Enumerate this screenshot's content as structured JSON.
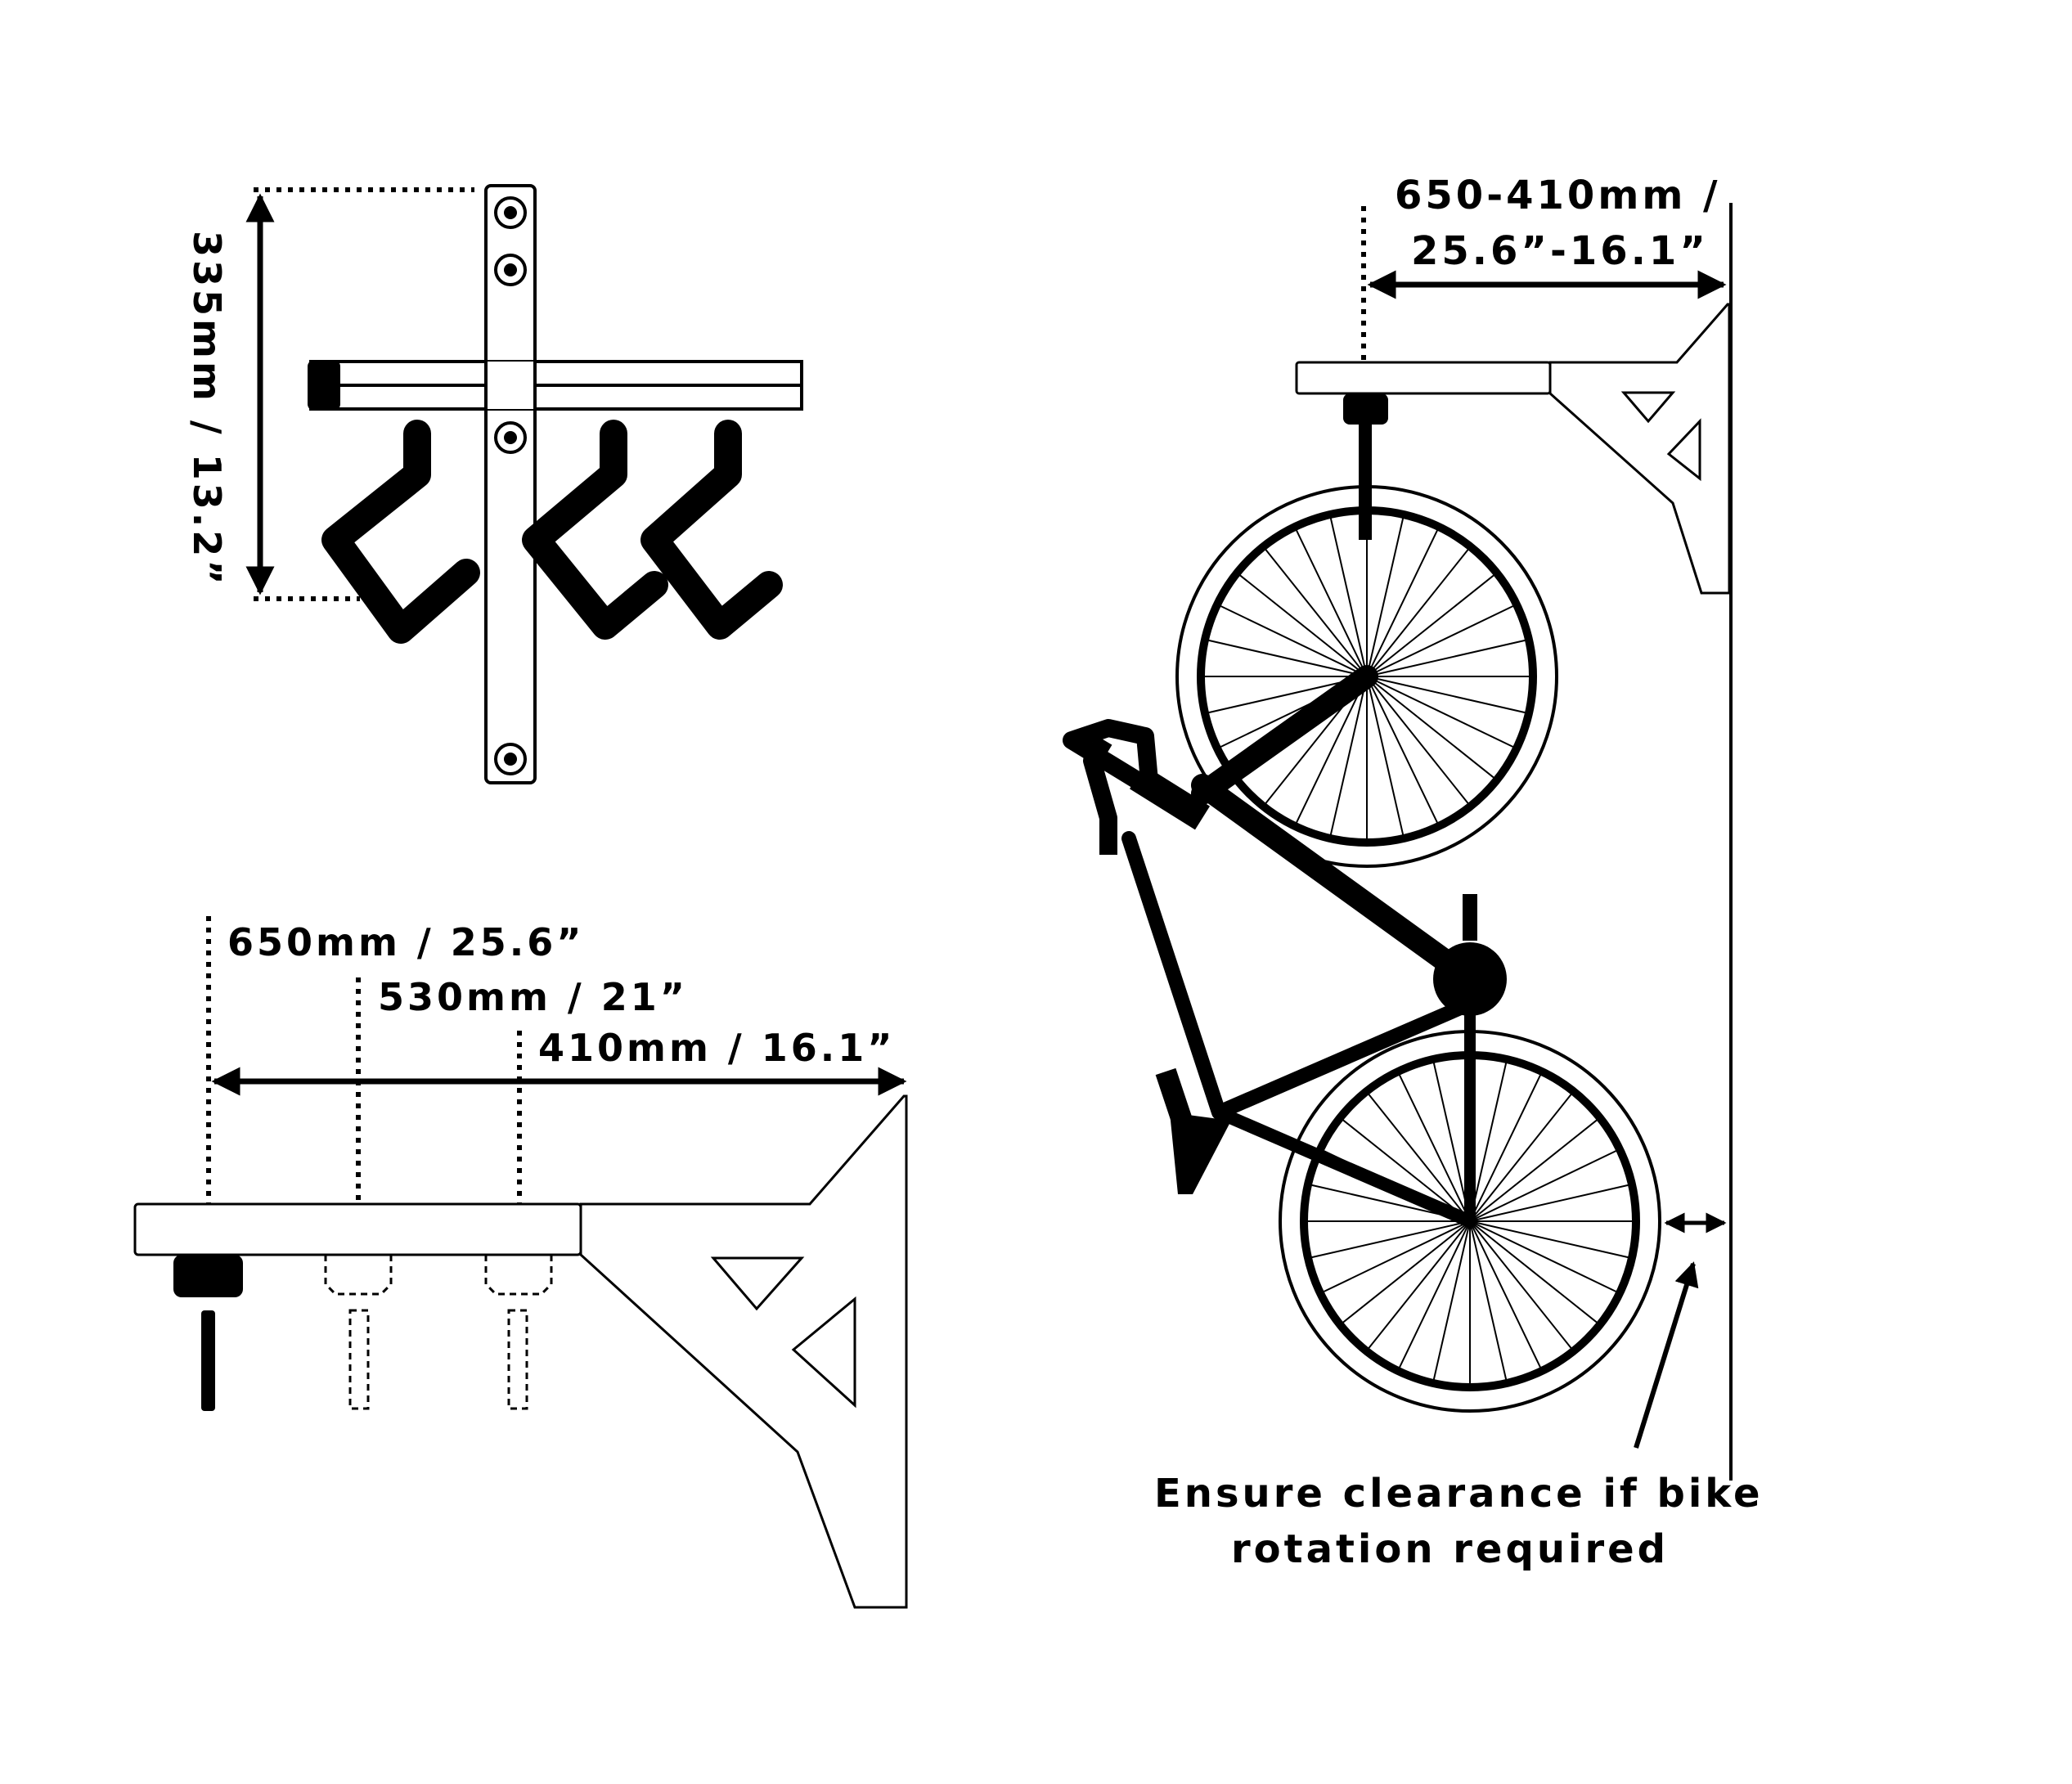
{
  "labels": {
    "height_dim": "335mm / 13.2”",
    "length_650": "650mm / 25.6”",
    "length_530": "530mm / 21”",
    "length_410": "410mm / 16.1”",
    "range_line1": "650-410mm /",
    "range_line2": "25.6”-16.1”",
    "clearance_line1": "Ensure clearance if bike",
    "clearance_line2": "rotation required"
  },
  "colors": {
    "ink": "#000000",
    "background": "#ffffff"
  },
  "icons": [
    "arrow-double-icon",
    "hex-bolt-icon",
    "hook-icon",
    "bicycle-icon"
  ]
}
